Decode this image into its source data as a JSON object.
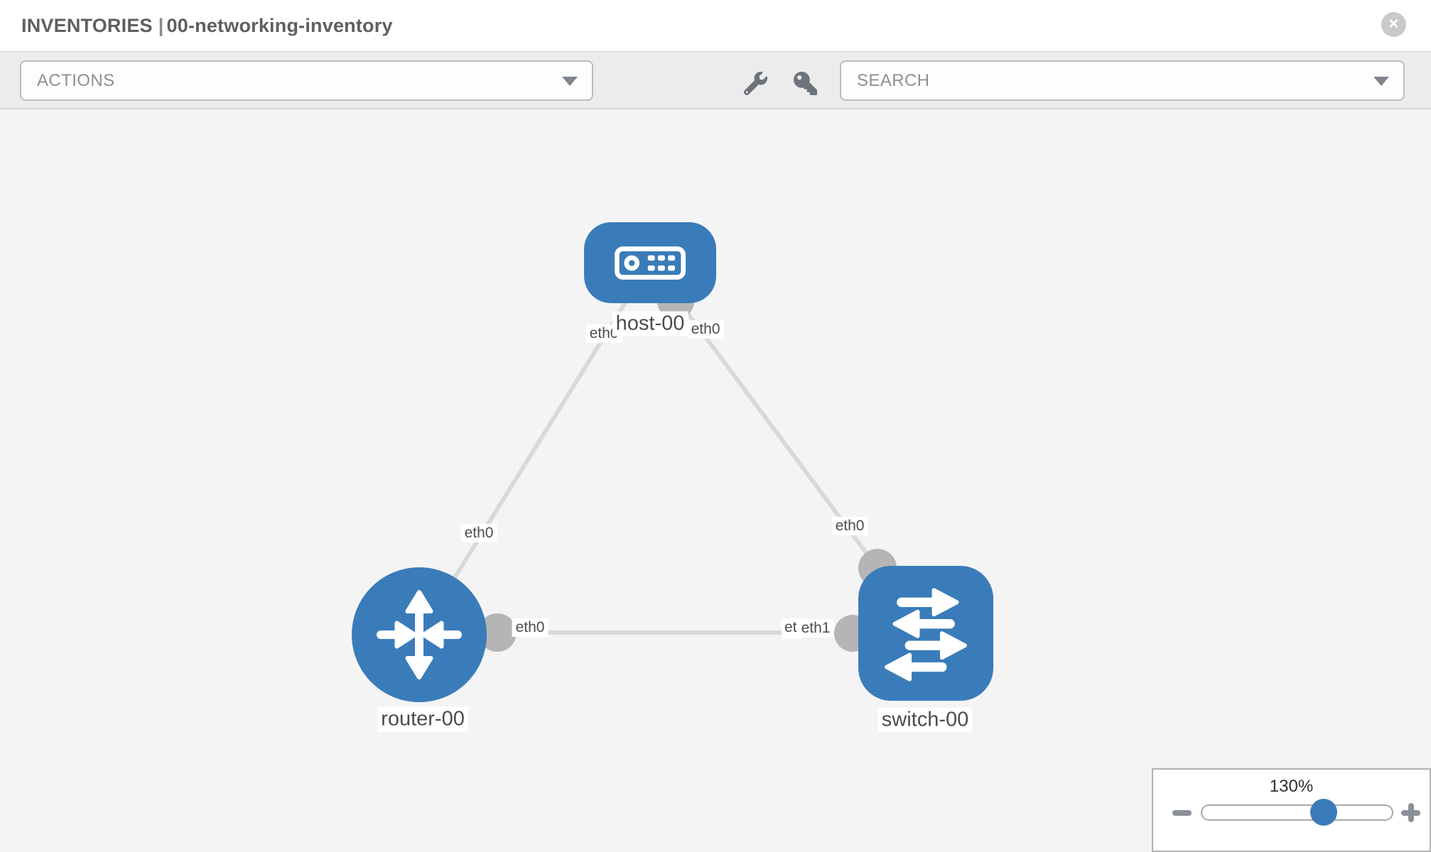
{
  "header": {
    "section": "INVENTORIES",
    "separator": "|",
    "inventory_name": "00-networking-inventory",
    "close_icon": "✕"
  },
  "toolbar": {
    "actions_label": "ACTIONS",
    "search_placeholder": "SEARCH",
    "icons": [
      "wrench-icon",
      "key-icon"
    ]
  },
  "topology": {
    "nodes": [
      {
        "id": "host-00",
        "type": "host",
        "label": "host-00"
      },
      {
        "id": "router-00",
        "type": "router",
        "label": "router-00"
      },
      {
        "id": "switch-00",
        "type": "switch",
        "label": "switch-00"
      }
    ],
    "links": [
      {
        "from": "host-00",
        "to": "router-00"
      },
      {
        "from": "host-00",
        "to": "switch-00"
      },
      {
        "from": "router-00",
        "to": "switch-00"
      }
    ],
    "interface_labels": {
      "host_left": "eth0",
      "host_right": "eth0",
      "router_uplink": "eth0",
      "router_lan": "eth0",
      "switch_uplink": "eth0",
      "switch_lan_back": "eth0",
      "switch_lan_front": "eth1"
    }
  },
  "zoom_control": {
    "level": "130%"
  },
  "colors": {
    "node_blue": "#3a7cb9",
    "link_gray": "#d9d9d9",
    "connector_gray": "#b5b5b5",
    "toolbar_bg": "#ececec",
    "canvas_bg": "#f4f4f5",
    "chip_text": "#4c4c4c"
  }
}
